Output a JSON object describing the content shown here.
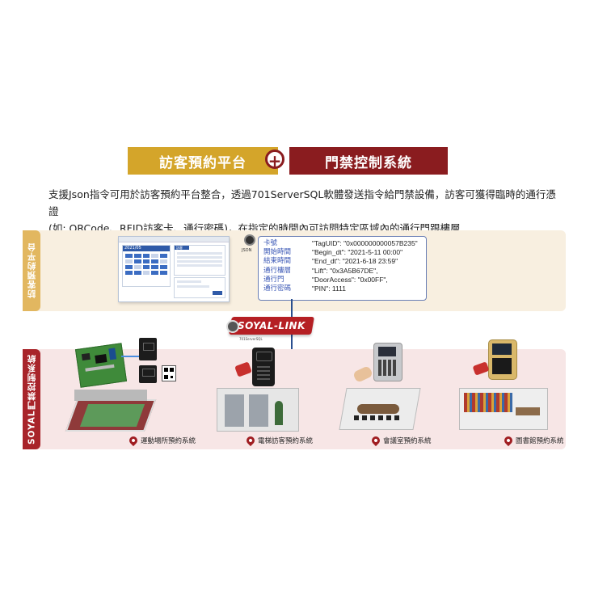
{
  "header": {
    "left_label": "訪客預約平台",
    "plus_symbol": "+",
    "right_label": "門禁控制系統"
  },
  "intro": {
    "line1": "支援Json指令可用於訪客預約平台整合，透過701ServerSQL軟體發送指令給門禁設備，訪客可獲得臨時的通行憑證",
    "line2": "(如: QRCode、RFID訪客卡、通行密碼)，在指定的時間內可訪問特定區域內的通行門跟樓層"
  },
  "bands": {
    "top_label": "訪客預約平台",
    "bottom_label": "SOYAL門禁控制系統"
  },
  "platform_screen": {
    "calendar_month": "2021/05",
    "window_tab": "訪客"
  },
  "json_panel": {
    "badge": "JSON",
    "rows": [
      {
        "key": "卡號",
        "value": "\"TagUID\": \"0x000000000057B235\""
      },
      {
        "key": "開始時間",
        "value": "\"Begin_dt\": \"2021-5-11 00:00\""
      },
      {
        "key": "結束時間",
        "value": "\"End_dt\": \"2021-6-18 23:59\""
      },
      {
        "key": "通行樓層",
        "value": "\"Lift\": \"0x3A5B67DE\","
      },
      {
        "key": "通行門",
        "value": "\"DoorAccess\": \"0x00FF\","
      },
      {
        "key": "通行密碼",
        "value": "\"PIN\": 1111"
      }
    ]
  },
  "soyal_link": {
    "label": "SOYAL-LINK",
    "sub": "701ServerSQL"
  },
  "systems": [
    {
      "label": "運動場所預約系統"
    },
    {
      "label": "電梯訪客預約系統"
    },
    {
      "label": "會議室預約系統"
    },
    {
      "label": "圖書館預約系統"
    }
  ],
  "colors": {
    "gold": "#d4a52a",
    "maroon": "#8a1c1f",
    "top_band": "#f8efe0",
    "bottom_band": "#f7e6e6",
    "side_top": "#e2b760",
    "side_bottom": "#a8242a"
  }
}
